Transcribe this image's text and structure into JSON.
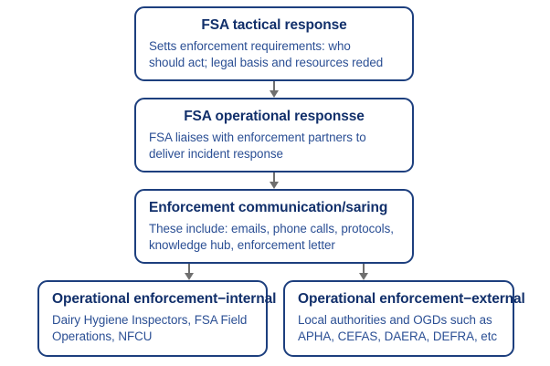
{
  "diagram": {
    "type": "flowchart",
    "orientation": "top-to-bottom",
    "colors": {
      "border": "#1d3f7e",
      "title_text": "#12306b",
      "body_text": "#2b4f94",
      "connector": "#6f6f6f",
      "background": "#ffffff"
    },
    "nodes": [
      {
        "id": "tactical",
        "title": "FSA tactical response",
        "title_align": "center",
        "body_lines": [
          "Setts enforcement requirements: who",
          "should act; legal basis and resources reded"
        ]
      },
      {
        "id": "operational",
        "title": "FSA operational responsse",
        "title_align": "center",
        "body_lines": [
          "FSA liaises with enforcement partners to",
          "deliver incident response"
        ]
      },
      {
        "id": "comms",
        "title": "Enforcement communication/saring",
        "title_align": "left",
        "body_lines": [
          "These include: emails, phone calls, protocols,",
          "knowledge hub, enforcement letter"
        ]
      },
      {
        "id": "internal",
        "title": "Operational enforcement−internal",
        "title_align": "left",
        "body_lines": [
          "Dairy Hygiene Inspectors, FSA Field",
          "Operations, NFCU"
        ]
      },
      {
        "id": "external",
        "title": "Operational enforcement−external",
        "title_align": "left",
        "body_lines": [
          "Local authorities and OGDs such as",
          "APHA, CEFAS, DAERA, DEFRA, etc"
        ]
      }
    ],
    "edges": [
      {
        "id": "edge-1",
        "from": "tactical",
        "to": "operational",
        "style": "arrow-down"
      },
      {
        "id": "edge-2",
        "from": "operational",
        "to": "comms",
        "style": "arrow-down"
      },
      {
        "id": "edge-3",
        "from": "comms",
        "to": "internal",
        "style": "arrow-down"
      },
      {
        "id": "edge-4",
        "from": "comms",
        "to": "external",
        "style": "arrow-down"
      }
    ]
  }
}
